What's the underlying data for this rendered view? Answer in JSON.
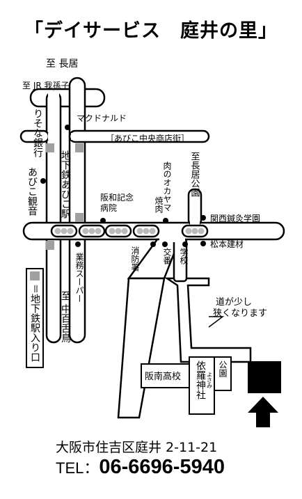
{
  "title": "「デイサービス　庭井の里」",
  "labels": {
    "to_nagai": "至 長居",
    "to_jr_abiko": "至 JR 我孫子",
    "resona_bank": "りそな銀行",
    "mcdonalds": "マクドナルド",
    "abiko_shotengai": "［あびこ中央商店街］",
    "subway_abiko_station": "地下鉄あびこ駅",
    "abiko_kannon": "あびこ観音",
    "to_nagai_park": "至長居公園",
    "meat_okayama": "肉のオカヤマ",
    "sakura_meat": "焼肉",
    "hanwa_hospital": "阪和記念病院",
    "kansai_acupuncture": "関西鍼灸学園",
    "matsumoto_building": "松本建材",
    "fire_station": "消防署",
    "police_box": "交番",
    "school": "学校",
    "gyomu_super": "業務スーパー",
    "to_nakamozu": "至 中百舌鳥",
    "road_narrows_1": "道が少し",
    "road_narrows_2": "狭くなります",
    "hannan_high": "阪南高校",
    "park": "公園",
    "yosami_shrine": "依羅神社",
    "yosami_ruby": "よさみ"
  },
  "legend": {
    "text": "＝地下鉄駅入り口"
  },
  "address": "大阪市住吉区庭井 2-11-21",
  "tel_label": "TEL：",
  "tel_number": "06-6696-5940",
  "colors": {
    "station_entrance": "#a0a0a0",
    "destination": "#000000",
    "signal_light": "#bbbbbb"
  },
  "icons": {
    "destination_arrow": "arrow-up-icon",
    "traffic_signal": "traffic-signal-icon",
    "landmark": "dot-marker-icon"
  }
}
